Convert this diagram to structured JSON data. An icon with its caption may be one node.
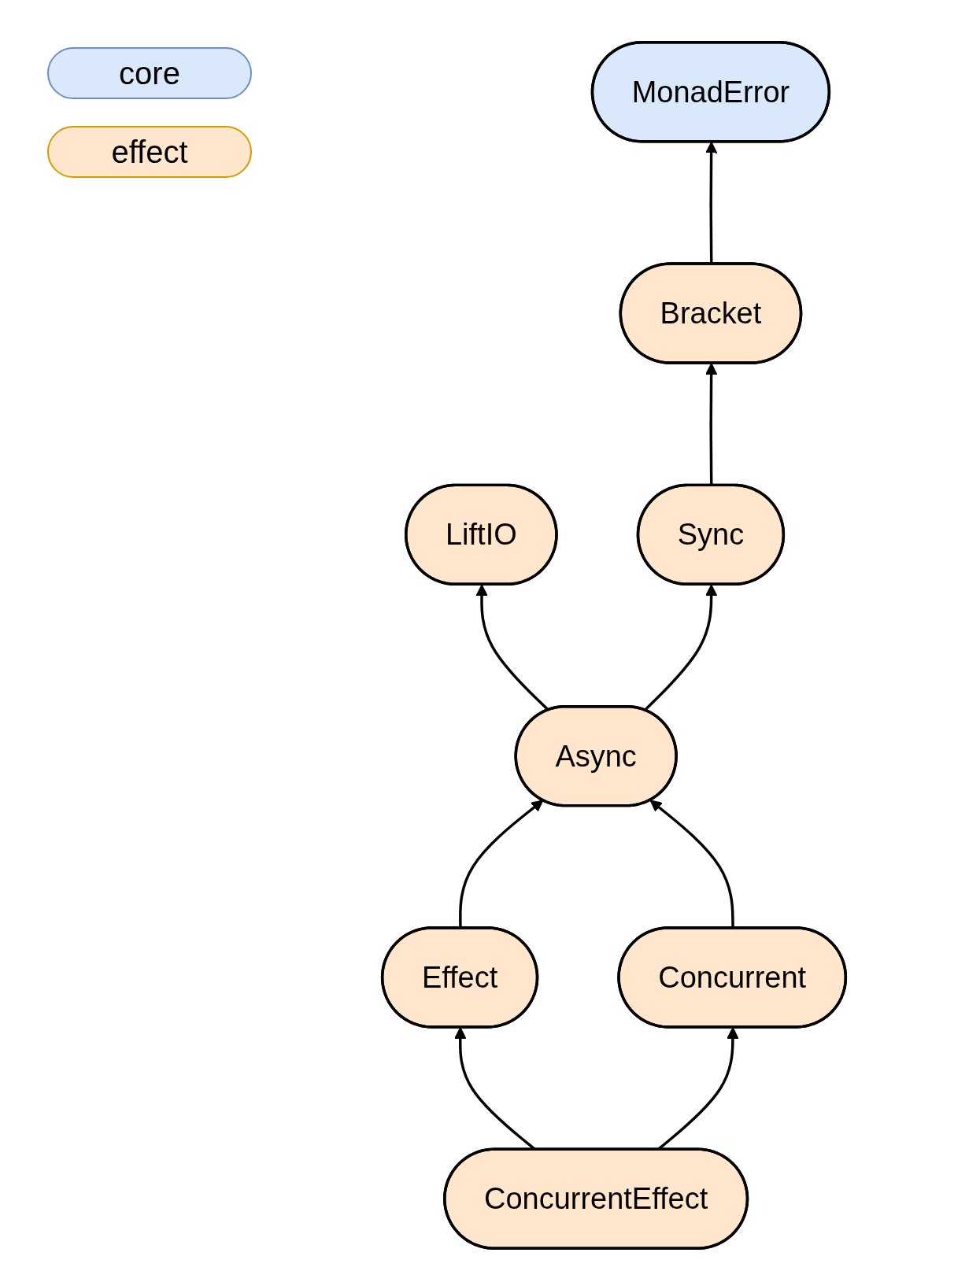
{
  "diagram": {
    "nodes": [
      {
        "text": [
          "MonadError"
        ]
      },
      {
        "text": [
          "Bracket"
        ]
      },
      {
        "text": [
          "LiftIO"
        ]
      },
      {
        "text": [
          "Sync"
        ]
      },
      {
        "text": [
          "Async"
        ]
      },
      {
        "text": [
          "Effect"
        ]
      },
      {
        "text": [
          "Concurrent"
        ]
      },
      {
        "text": [
          "ConcurrentEffect"
        ]
      }
    ],
    "edges": [
      {
        "from": 1,
        "to": 0,
        "arrow": "to"
      },
      {
        "from": 3,
        "to": 1,
        "arrow": "to"
      },
      {
        "from": 4,
        "to": 2,
        "arrow": "to"
      },
      {
        "from": 4,
        "to": 3,
        "arrow": "to"
      },
      {
        "from": 5,
        "to": 4,
        "arrow": "to"
      },
      {
        "from": 6,
        "to": 4,
        "arrow": "to"
      },
      {
        "from": 7,
        "to": 5,
        "arrow": "to"
      },
      {
        "from": 7,
        "to": 6,
        "arrow": "to"
      }
    ],
    "legend": [
      {
        "text": "core",
        "color": "#dae8fc"
      },
      {
        "text": "effect",
        "color": "#ffe6cc"
      }
    ]
  }
}
